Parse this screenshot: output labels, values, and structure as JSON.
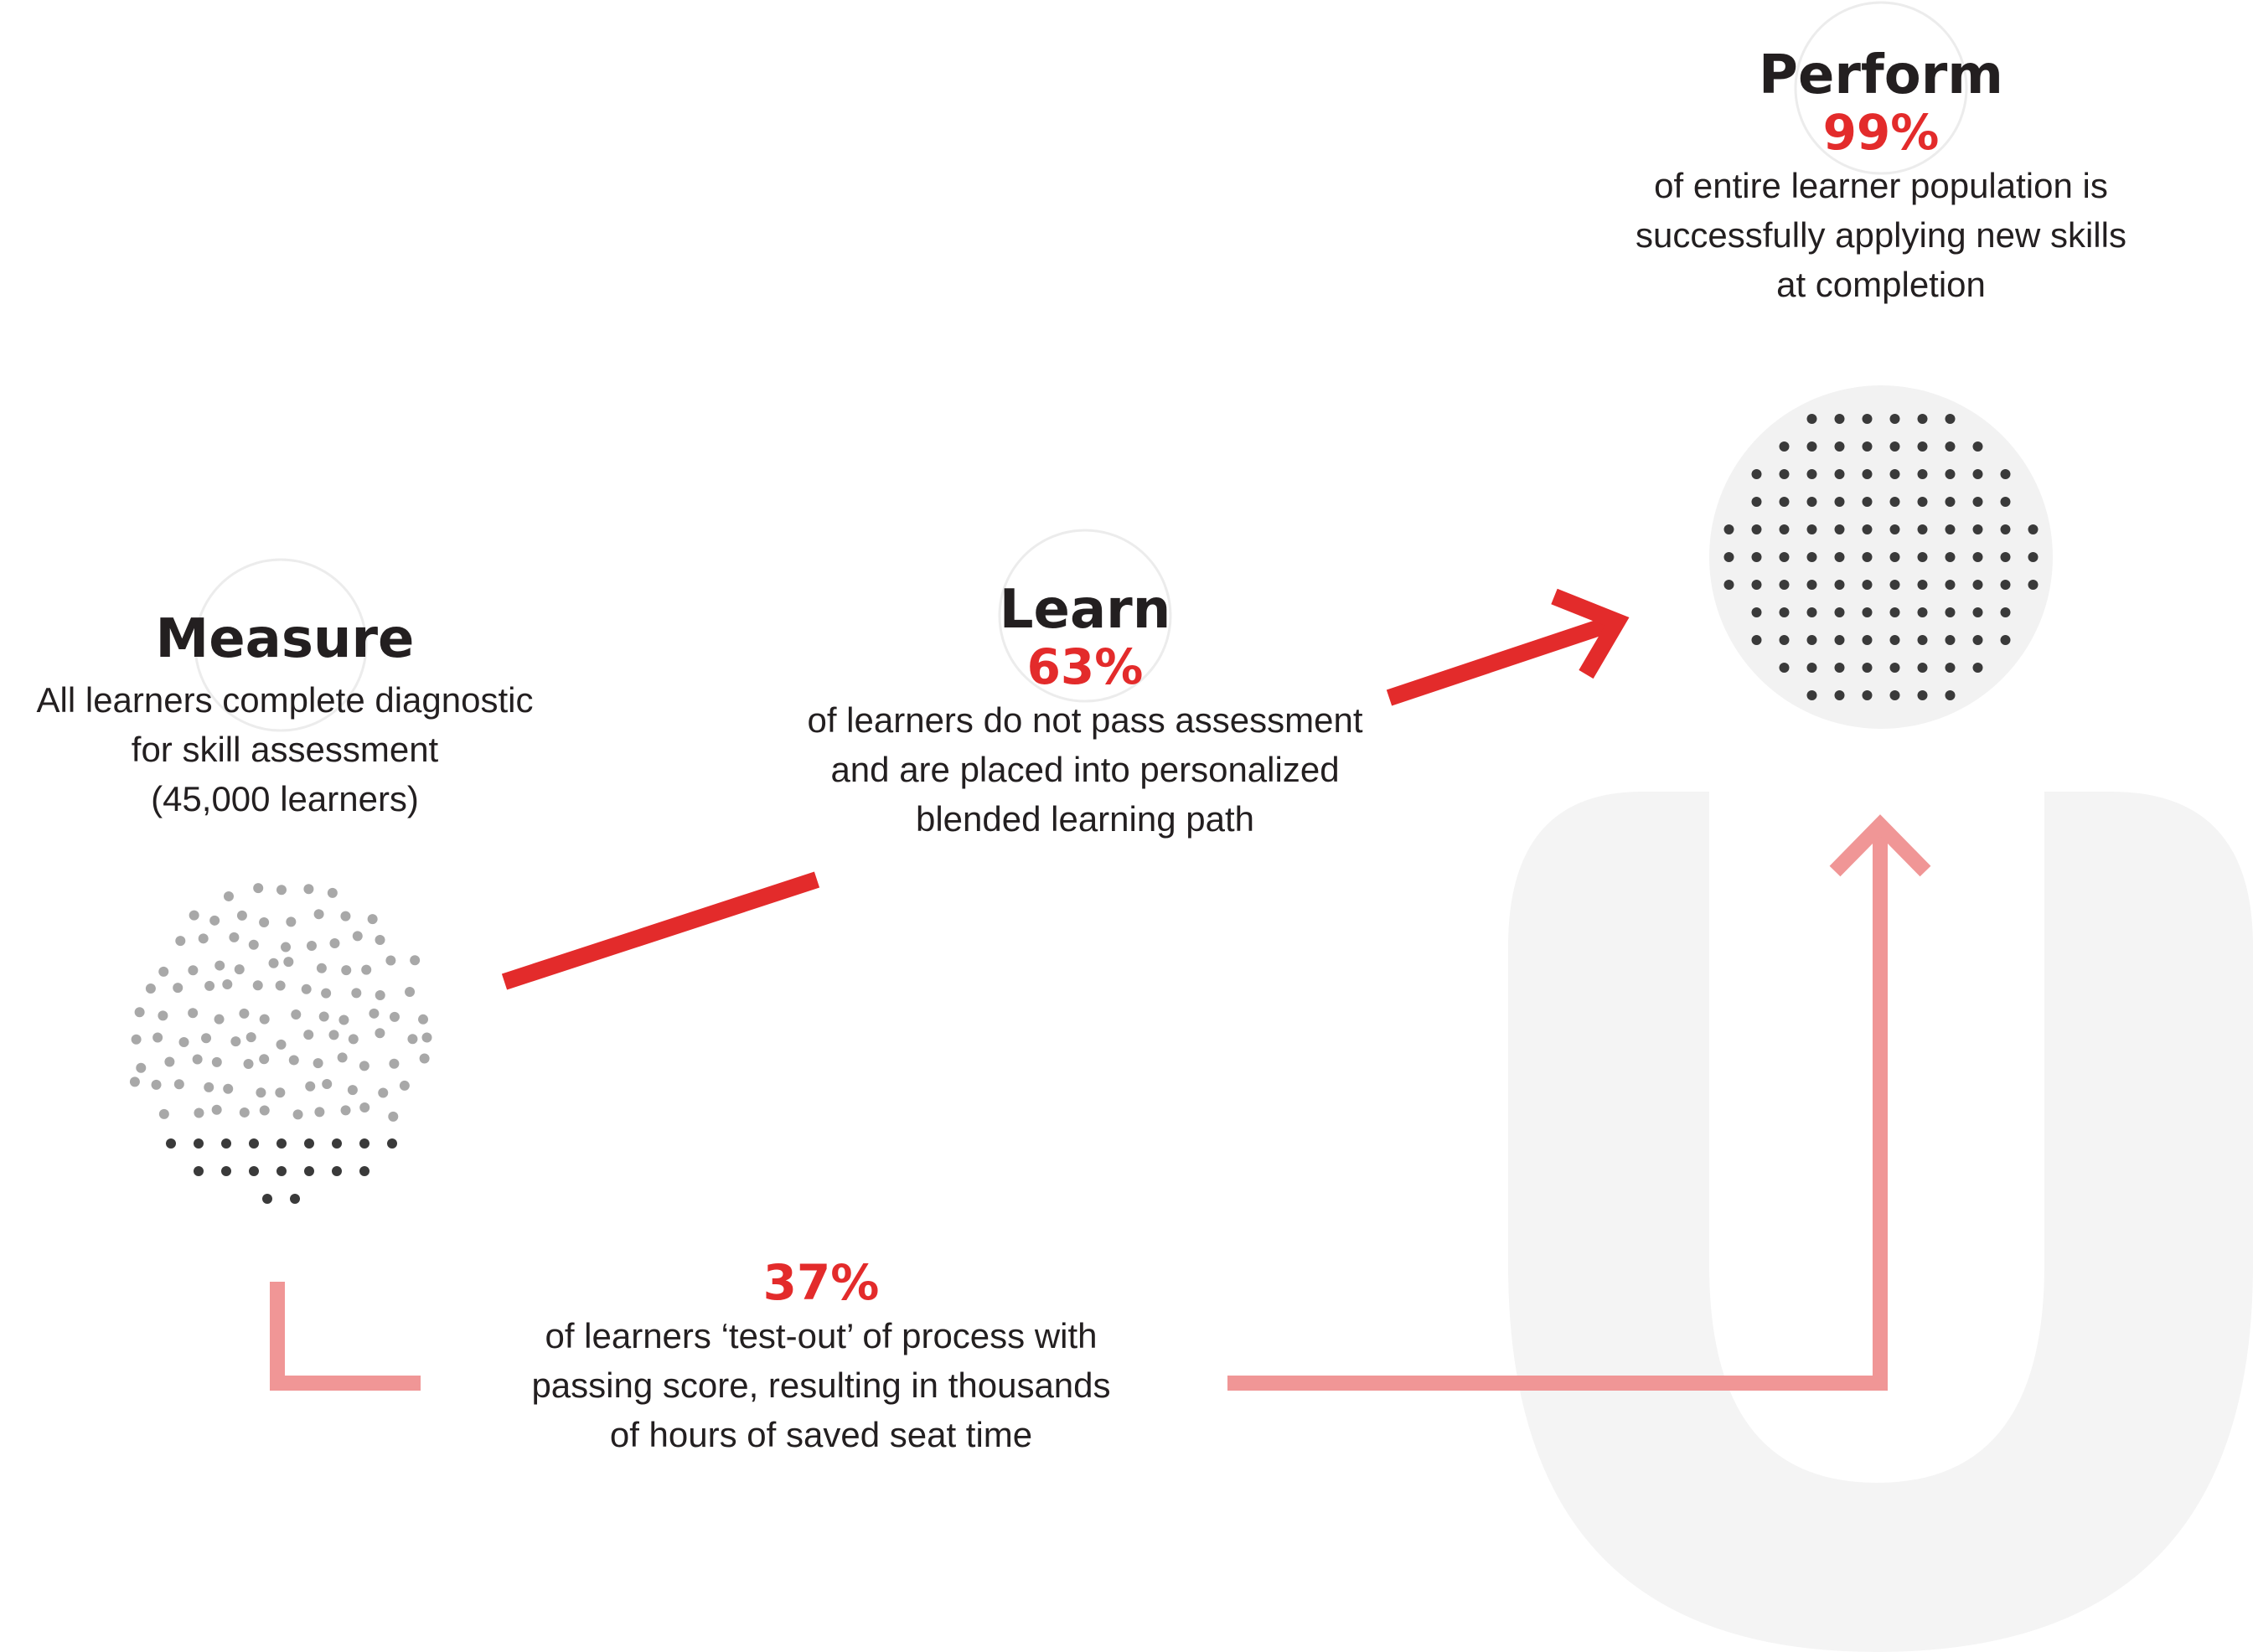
{
  "measure": {
    "title": "Measure",
    "lines": [
      "All learners complete diagnostic",
      "for skill assessment",
      "(45,000 learners)"
    ]
  },
  "learn": {
    "title": "Learn",
    "percent": "63%",
    "lines": [
      "of learners do not pass assessment",
      "and are placed into personalized",
      "blended learning path"
    ]
  },
  "perform": {
    "title": "Perform",
    "percent": "99%",
    "lines": [
      "of entire learner population is",
      "successfully applying new skills",
      "at completion"
    ]
  },
  "test_out": {
    "percent": "37%",
    "lines": [
      "of learners ‘test-out’ of process with",
      "passing score, resulting in thousands",
      "of hours of saved seat time"
    ]
  },
  "colors": {
    "accent_red": "#e32b2b",
    "accent_pink": "#f09696",
    "dot_dark": "#3a3a3a",
    "dot_light": "#a8a8a8",
    "bg_shape": "#f4f4f4"
  },
  "icons": [
    "dot-cluster-icon",
    "arrow-icon",
    "u-logo-watermark"
  ]
}
